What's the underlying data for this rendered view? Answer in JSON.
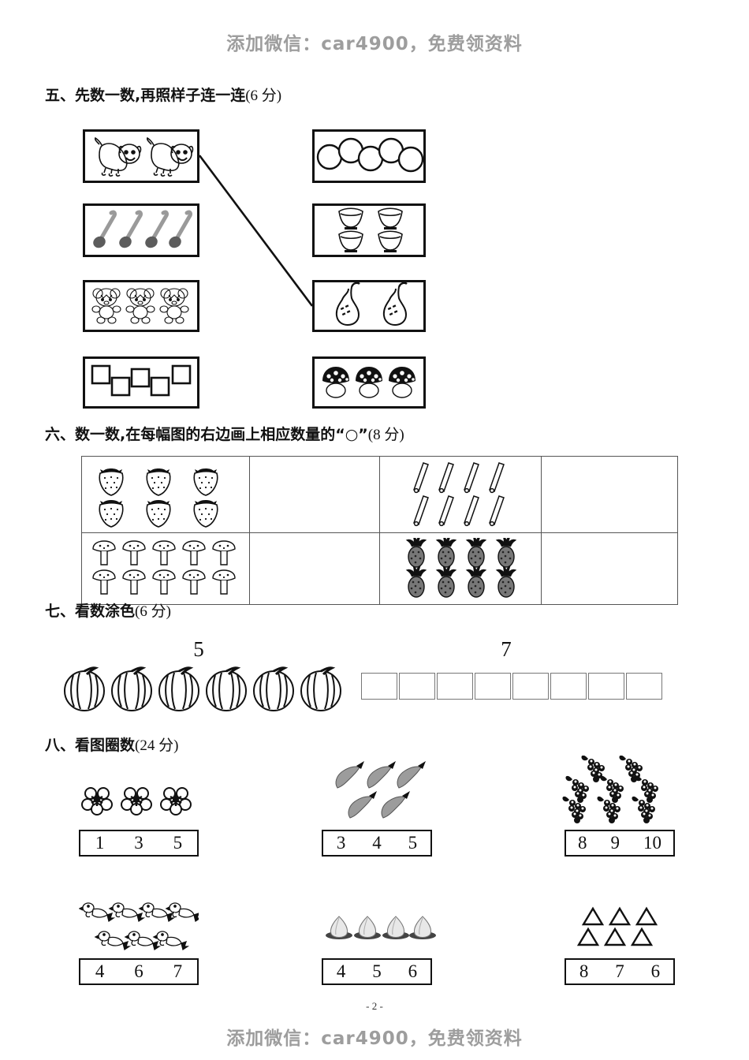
{
  "page": {
    "watermark_top": "添加微信：car4900，免费领资料",
    "watermark_bottom": "添加微信：car4900，免费领资料",
    "page_number": "- 2 -"
  },
  "sections": {
    "five": {
      "heading": "五、先数一数,再照样子连一连",
      "points": "(6 分)",
      "left_boxes": [
        {
          "name": "dogs",
          "icon": "dog-icon",
          "count": 2
        },
        {
          "name": "spoons",
          "icon": "spoon-icon",
          "count": 4
        },
        {
          "name": "bears",
          "icon": "bear-icon",
          "count": 3
        },
        {
          "name": "squares",
          "icon": "square-icon",
          "count": 5
        }
      ],
      "right_boxes": [
        {
          "name": "circles",
          "icon": "circle-icon",
          "count": 5
        },
        {
          "name": "bowls",
          "icon": "bowl-icon",
          "count": 4
        },
        {
          "name": "pears",
          "icon": "pear-icon",
          "count": 2
        },
        {
          "name": "mushrooms",
          "icon": "mushroom-icon",
          "count": 3
        }
      ],
      "connection": {
        "from": "dogs",
        "to": "pears"
      }
    },
    "six": {
      "heading": "六、数一数,在每幅图的右边画上相应数量的“○”",
      "points": "(8 分)",
      "rows": [
        [
          {
            "icon": "strawberry-icon",
            "count": 6,
            "per_row": 3
          },
          {
            "icon": "blank-answer",
            "count": 0,
            "per_row": 0
          },
          {
            "icon": "stick-icon",
            "count": 8,
            "per_row": 4
          },
          {
            "icon": "blank-answer",
            "count": 0,
            "per_row": 0
          }
        ],
        [
          {
            "icon": "mushroom-icon",
            "count": 10,
            "per_row": 5
          },
          {
            "icon": "blank-answer",
            "count": 0,
            "per_row": 0
          },
          {
            "icon": "pineapple-icon",
            "count": 8,
            "per_row": 4
          },
          {
            "icon": "blank-answer",
            "count": 0,
            "per_row": 0
          }
        ]
      ]
    },
    "seven": {
      "heading": "七、看数涂色",
      "points": "(6 分)",
      "left": {
        "number": "5",
        "icon": "watermelon-icon",
        "count": 6
      },
      "right": {
        "number": "7",
        "icon": "empty-square",
        "count": 8
      }
    },
    "eight": {
      "heading": "八、看图圈数",
      "points": "(24 分)",
      "items": [
        {
          "icon": "flower-icon",
          "count": 3,
          "per_row": 3,
          "options": [
            "1",
            "3",
            "5"
          ]
        },
        {
          "icon": "eggplant-icon",
          "count": 5,
          "per_row": 3,
          "options": [
            "3",
            "4",
            "5"
          ]
        },
        {
          "icon": "grape-icon",
          "count": 8,
          "per_row": 3,
          "options": [
            "8",
            "9",
            "10"
          ]
        },
        {
          "icon": "bird-icon",
          "count": 7,
          "per_row": 4,
          "options": [
            "4",
            "6",
            "7"
          ]
        },
        {
          "icon": "garlic-icon",
          "count": 4,
          "per_row": 4,
          "options": [
            "4",
            "5",
            "6"
          ]
        },
        {
          "icon": "triangle-icon",
          "count": 6,
          "per_row": 3,
          "options": [
            "8",
            "7",
            "6"
          ]
        }
      ]
    }
  }
}
